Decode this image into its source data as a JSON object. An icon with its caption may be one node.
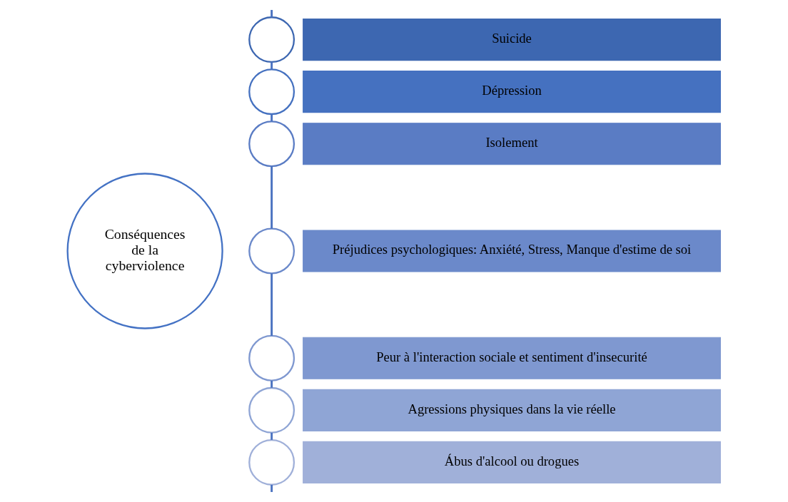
{
  "diagram": {
    "nodes": [
      {
        "text": [
          "Conséquences de la cyberviolence"
        ]
      },
      {
        "text": [
          "Suicide"
        ]
      },
      {
        "text": [
          "Dépression"
        ]
      },
      {
        "text": [
          "Isolement"
        ]
      },
      {
        "text": [
          "Préjudices psychologiques: Anxiété, Stress, Manque d'estime de soi"
        ]
      },
      {
        "text": [
          "Peur à l'interaction sociale et sentiment d'insecurité"
        ]
      },
      {
        "text": [
          "Agressions physiques dans la vie réelle"
        ]
      },
      {
        "text": [
          "Ábus d'alcool ou drogues"
        ]
      },
      {
        "text": [],
        "shape": "circle"
      },
      {
        "text": [],
        "shape": "circle"
      },
      {
        "text": [],
        "shape": "circle"
      },
      {
        "text": [],
        "shape": "circle"
      },
      {
        "text": [],
        "shape": "circle"
      },
      {
        "text": [],
        "shape": "circle"
      },
      {
        "text": [],
        "shape": "circle"
      }
    ],
    "edges": [
      {
        "from": null,
        "to": 8,
        "arrow": "none"
      },
      {
        "from": 8,
        "to": 9,
        "arrow": "none"
      },
      {
        "from": 9,
        "to": 10,
        "arrow": "none"
      },
      {
        "from": 10,
        "to": 11,
        "arrow": "none"
      },
      {
        "from": 11,
        "to": 12,
        "arrow": "none"
      },
      {
        "from": 12,
        "to": 13,
        "arrow": "none"
      },
      {
        "from": 13,
        "to": 14,
        "arrow": "none"
      },
      {
        "from": 14,
        "to": null,
        "arrow": "none"
      }
    ]
  }
}
